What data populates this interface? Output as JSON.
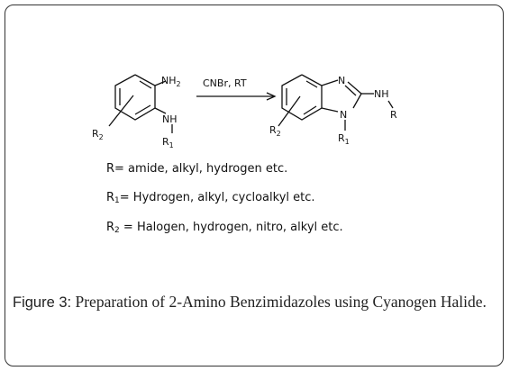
{
  "scheme": {
    "reactant": {
      "nh2_group": "NH",
      "nh2_sub": "2",
      "nh_group": "NH",
      "r1_label": "R",
      "r1_sub": "1",
      "r2_label": "R",
      "r2_sub": "2"
    },
    "reagent": "CNBr, RT",
    "product": {
      "n_top": "N",
      "n_bottom": "N",
      "nh_group": "NH",
      "r_label": "R",
      "r1_label": "R",
      "r1_sub": "1",
      "r2_label": "R",
      "r2_sub": "2"
    }
  },
  "definitions": {
    "r": "R= amide, alkyl, hydrogen etc.",
    "r1_prefix": "R",
    "r1_sub": "1",
    "r1_text": "= Hydrogen, alkyl, cycloalkyl etc.",
    "r2_prefix": "R",
    "r2_sub": "2",
    "r2_text": " = Halogen, hydrogen, nitro, alkyl etc."
  },
  "caption": {
    "label": "Figure 3:",
    "text": " Preparation of 2-Amino Benzimidazoles using Cyanogen Halide."
  }
}
